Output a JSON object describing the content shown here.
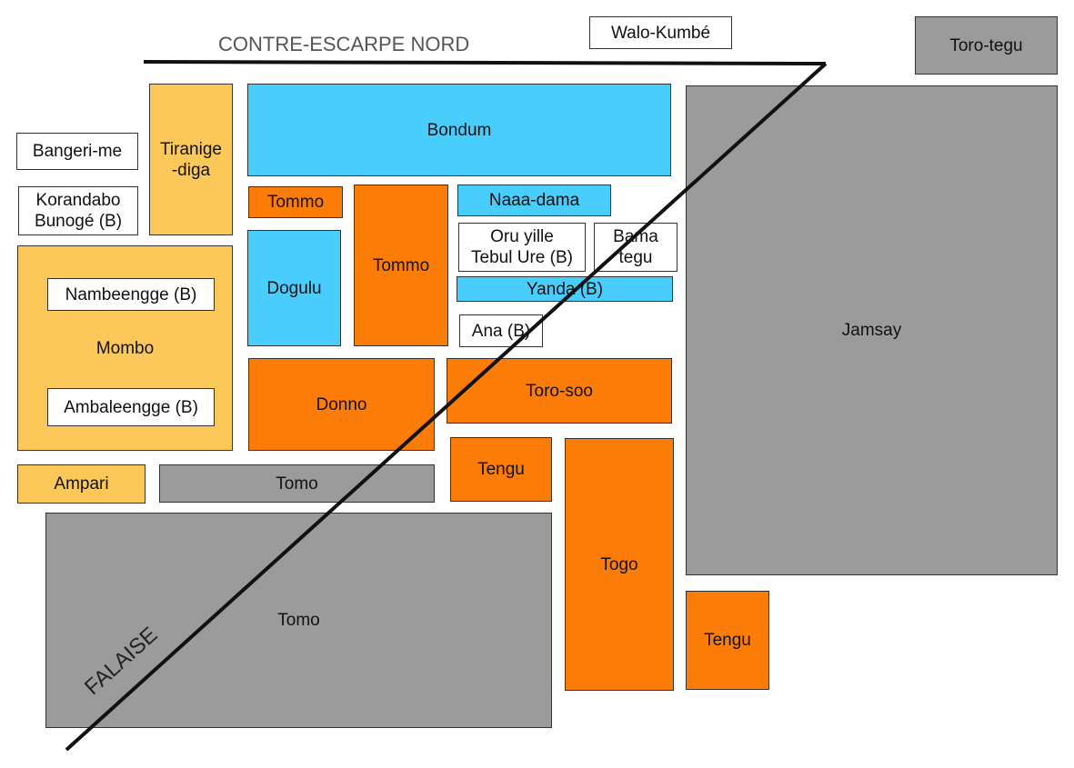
{
  "labels": {
    "contre_escarpe": "CONTRE-ESCARPE NORD",
    "falaise": "FALAISE"
  },
  "colors": {
    "yellow": "#fcc85a",
    "blue": "#49cdfc",
    "orange": "#fb7c06",
    "gray": "#9b9b9b",
    "white": "#ffffff"
  },
  "areas": {
    "walo_kumbe": "Walo-Kumbé",
    "toro_tegu": "Toro-tegu",
    "bangeri_me": "Bangeri-me",
    "tiranige_diga": "Tiranige\n-diga",
    "korandabo": "Korandabo\nBunogé (B)",
    "bondum": "Bondum",
    "tommo_small": "Tommo",
    "tommo": "Tommo",
    "naaa_dama": "Naaa-dama",
    "oru_yille": "Oru yille\nTebul Ure (B)",
    "bama_tegu": "Bama\ntegu",
    "dogulu": "Dogulu",
    "yanda": "Yanda        (B)",
    "ana": "Ana (B)",
    "mombo": "Mombo",
    "nambeengge": "Nambeengge (B)",
    "ambaleengge": "Ambaleengge (B)",
    "donno": "Donno",
    "toro_soo": "Toro-soo",
    "jamsay": "Jamsay",
    "ampari": "Ampari",
    "tomo_strip": "Tomo",
    "tengu_1": "Tengu",
    "togo": "Togo",
    "tomo_large": "Tomo",
    "tengu_2": "Tengu"
  }
}
